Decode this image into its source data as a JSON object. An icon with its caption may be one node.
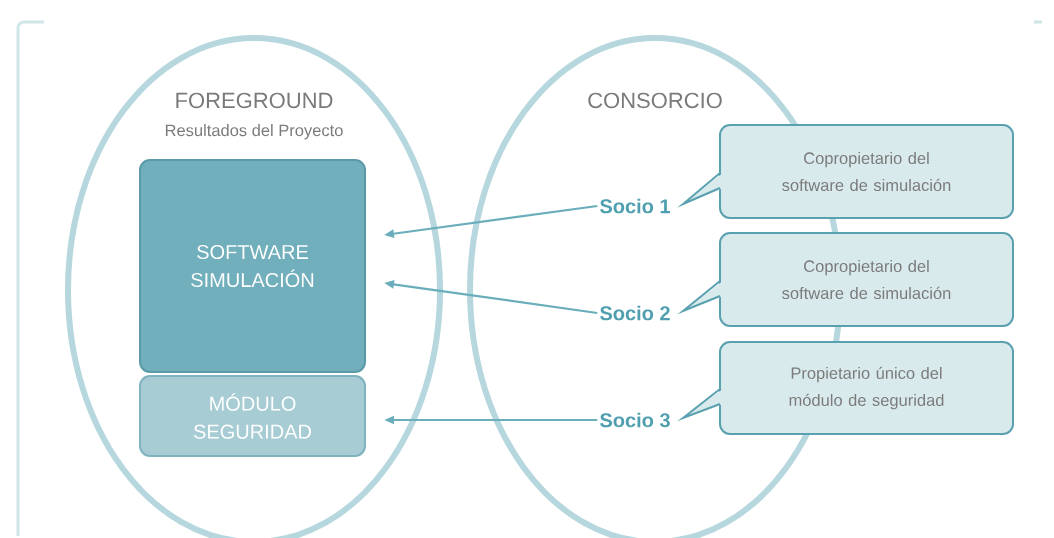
{
  "diagram": {
    "nodes": [
      {
        "text": [
          "FOREGROUND",
          "Resultados del Proyecto"
        ]
      },
      {
        "text": [
          "CONSORCIO"
        ]
      },
      {
        "text": [
          "SOFTWARE SIMULACIÓN"
        ],
        "in": 0
      },
      {
        "text": [
          "MÓDULO SEGURIDAD"
        ],
        "in": 0
      },
      {
        "text": [
          "Socio 1"
        ],
        "in": 1
      },
      {
        "text": [
          "Copropietario del software de simulación"
        ]
      },
      {
        "text": [
          "Socio 2"
        ],
        "in": 1
      },
      {
        "text": [
          "Copropietario del software de simulación"
        ]
      },
      {
        "text": [
          "Socio 3"
        ],
        "in": 1
      },
      {
        "text": [
          "Propietario único del módulo de seguridad"
        ]
      }
    ],
    "edges": [
      {
        "from": 4,
        "to": 2,
        "arrow": "to"
      },
      {
        "from": 6,
        "to": 2,
        "arrow": "to"
      },
      {
        "from": 8,
        "to": 3,
        "arrow": "to"
      }
    ]
  }
}
